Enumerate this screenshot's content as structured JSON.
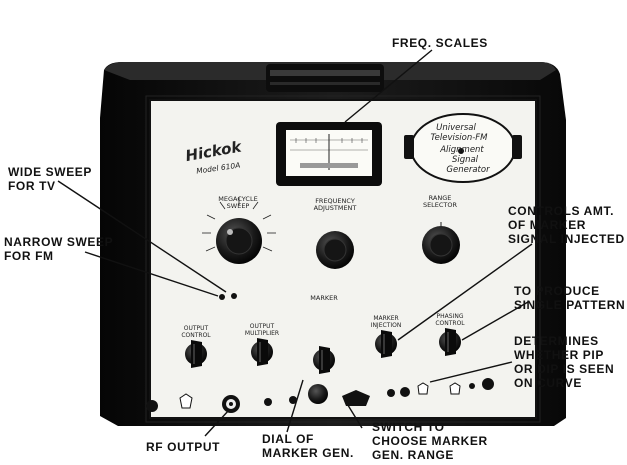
{
  "callouts": {
    "freq_scales": "FREQ. SCALES",
    "wide_sweep": [
      "WIDE SWEEP",
      "FOR TV"
    ],
    "narrow_sweep": [
      "NARROW SWEEP",
      "FOR FM"
    ],
    "controls_amt": [
      "CONTROLS AMT.",
      "OF MARKER",
      "SIGNAL INJECTED"
    ],
    "single_pattern": [
      "TO PRODUCE",
      "SINGLE PATTERN"
    ],
    "determines": [
      "DETERMINES",
      "WHETHER PIP",
      "OR DIP IS SEEN",
      "ON CURVE"
    ],
    "rf_output": "RF OUTPUT",
    "dial_marker": [
      "DIAL OF",
      "MARKER GEN."
    ],
    "switch_marker": [
      "SWITCH TO",
      "CHOOSE MARKER",
      "GEN. RANGE"
    ]
  },
  "panel": {
    "brand": "Hickok",
    "model": "Model 610A",
    "emblem": [
      "Universal",
      "Television-FM",
      "Alignment",
      "Signal",
      "Generator"
    ],
    "labels": {
      "megacycle_sweep": [
        "MEGACYCLE",
        "SWEEP"
      ],
      "frequency_adjustment": [
        "FREQUENCY",
        "ADJUSTMENT"
      ],
      "range_selector": [
        "RANGE",
        "SELECTOR"
      ],
      "marker": "MARKER",
      "output_control": [
        "OUTPUT",
        "CONTROL"
      ],
      "output_multiplier": [
        "OUTPUT",
        "MULTIPLIER"
      ],
      "marker_injection": [
        "MARKER",
        "INJECTION"
      ],
      "phasing_control": [
        "PHASING",
        "CONTROL"
      ]
    }
  }
}
